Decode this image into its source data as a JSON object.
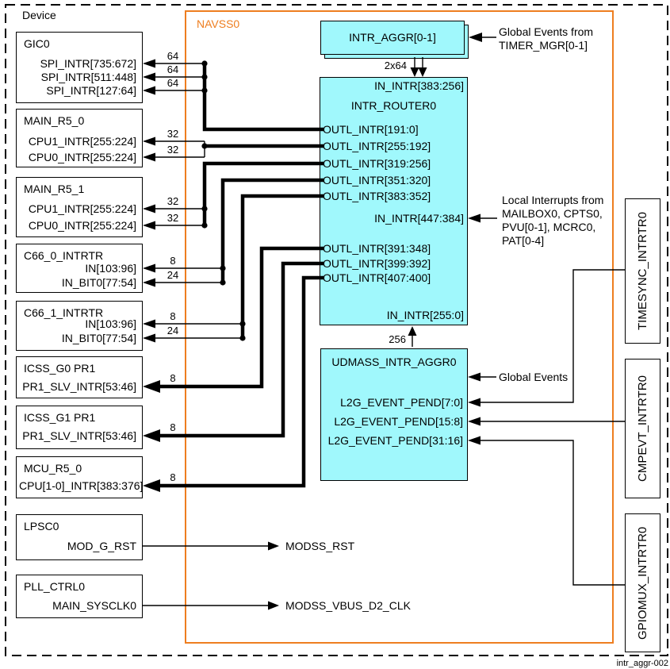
{
  "device_label": "Device",
  "navss_label": "NAVSS0",
  "figure_id": "intr_aggr-002",
  "colors": {
    "accent_orange": "#EE7E20",
    "box_cyan": "#A0F8FC",
    "line_black": "#000000"
  },
  "left_boxes": [
    {
      "title": "GIC0",
      "ports": [
        "SPI_INTR[735:672]",
        "SPI_INTR[511:448]",
        "SPI_INTR[127:64]"
      ]
    },
    {
      "title": "MAIN_R5_0",
      "ports": [
        "CPU1_INTR[255:224]",
        "CPU0_INTR[255:224]"
      ]
    },
    {
      "title": "MAIN_R5_1",
      "ports": [
        "CPU1_INTR[255:224]",
        "CPU0_INTR[255:224]"
      ]
    },
    {
      "title": "C66_0_INTRTR",
      "ports": [
        "IN[103:96]",
        "IN_BIT0[77:54]"
      ]
    },
    {
      "title": "C66_1_INTRTR",
      "ports": [
        "IN[103:96]",
        "IN_BIT0[77:54]"
      ]
    },
    {
      "title": "ICSS_G0 PR1",
      "ports": [
        "PR1_SLV_INTR[53:46]"
      ]
    },
    {
      "title": "ICSS_G1 PR1",
      "ports": [
        "PR1_SLV_INTR[53:46]"
      ]
    },
    {
      "title": "MCU_R5_0",
      "ports": [
        "CPU[1-0]_INTR[383:376]"
      ]
    },
    {
      "title": "LPSC0",
      "ports": [
        "MOD_G_RST"
      ]
    },
    {
      "title": "PLL_CTRL0",
      "ports": [
        "MAIN_SYSCLK0"
      ]
    }
  ],
  "bus_widths": {
    "gic": [
      "64",
      "64",
      "64"
    ],
    "main_r5_0": [
      "32",
      "32"
    ],
    "main_r5_1": [
      "32",
      "32"
    ],
    "c66_0": [
      "8",
      "24"
    ],
    "c66_1": [
      "8",
      "24"
    ],
    "icss_g0": [
      "8"
    ],
    "icss_g1": [
      "8"
    ],
    "mcu_r5_0": [
      "8"
    ],
    "aggr_to_router": "2x64",
    "udmass_to_router": "256"
  },
  "intr_aggr": {
    "title": "INTR_AGGR[0-1]"
  },
  "intr_router": {
    "title": "INTR_ROUTER0",
    "in_top": "IN_INTR[383:256]",
    "out_ports": [
      "OUTL_INTR[191:0]",
      "OUTL_INTR[255:192]",
      "OUTL_INTR[319:256]",
      "OUTL_INTR[351:320]",
      "OUTL_INTR[383:352]"
    ],
    "in_mid": "IN_INTR[447:384]",
    "out_ports2": [
      "OUTL_INTR[391:348]",
      "OUTL_INTR[399:392]",
      "OUTL_INTR[407:400]"
    ],
    "in_bottom": "IN_INTR[255:0]"
  },
  "udmass": {
    "title": "UDMASS_INTR_AGGR0",
    "ports": [
      "L2G_EVENT_PEND[7:0]",
      "L2G_EVENT_PEND[15:8]",
      "L2G_EVENT_PEND[31:16]"
    ]
  },
  "right_boxes": [
    {
      "title": "TIMESYNC_INTRTR0"
    },
    {
      "title": "CMPEVT_INTRTR0"
    },
    {
      "title": "GPIOMUX_INTRTR0"
    }
  ],
  "annotations": {
    "timer": [
      "Global Events from",
      "TIMER_MGR[0-1]"
    ],
    "local_interrupts": [
      "Local Interrupts from",
      "MAILBOX0, CPTS0,",
      "PVU[0-1], MCRC0,",
      "PAT[0-4]"
    ],
    "udmass_global_events": "Global Events",
    "modss_rst": "MODSS_RST",
    "modss_vbus": "MODSS_VBUS_D2_CLK"
  }
}
